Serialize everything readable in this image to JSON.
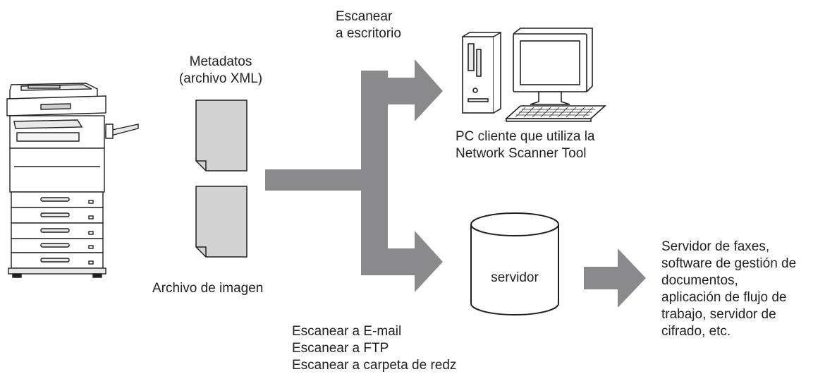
{
  "labels": {
    "metadata_line1": "Metadatos",
    "metadata_line2": "(archivo XML)",
    "image_file": "Archivo de imagen",
    "scan_desktop_line1": "Escanear",
    "scan_desktop_line2": "a escritorio",
    "pc_client_line1": "PC cliente que utiliza la",
    "pc_client_line2": "Network Scanner Tool",
    "server": "servidor",
    "scan_email": "Escanear a E-mail",
    "scan_ftp": "Escanear a FTP",
    "scan_folder": "Escanear a carpeta de redz",
    "dest_line1": "Servidor de faxes,",
    "dest_line2": "software de gestión de",
    "dest_line3": "documentos,",
    "dest_line4": "aplicación de flujo de",
    "dest_line5": "trabajo, servidor de",
    "dest_line6": "cifrado, etc."
  },
  "colors": {
    "arrow": "#8a8a8c",
    "document_fill": "#d3d3d4",
    "outline": "#231f20",
    "background": "#ffffff"
  }
}
